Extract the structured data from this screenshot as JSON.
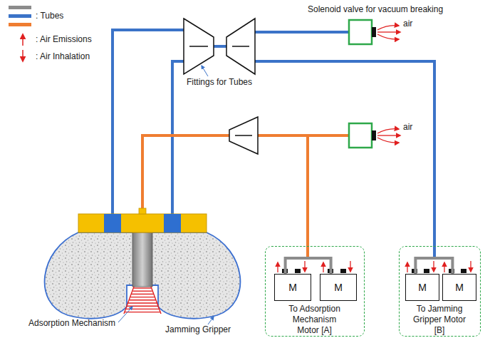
{
  "diagram": {
    "nodes": [
      {
        "text": [
          "To Adsorption Mechanism Motor [A]"
        ]
      },
      {
        "text": [
          "M"
        ],
        "in": 0
      },
      {
        "text": [
          "M"
        ],
        "in": 0
      },
      {
        "text": [
          "To Jamming Gripper Motor [B]"
        ]
      },
      {
        "text": [
          "M"
        ],
        "in": 3
      },
      {
        "text": [
          "M"
        ],
        "in": 3
      }
    ],
    "edges": [
      {
        "from": 1,
        "to": 2,
        "arrow": "none"
      },
      {
        "from": 4,
        "to": 5,
        "arrow": "none"
      }
    ],
    "labels": [
      "Fittings for Tubes",
      "Solenoid valve for vacuum breaking",
      "air",
      "air",
      "Adsorption Mechanism",
      "Jamming Gripper"
    ],
    "legend": [
      {
        "text": ": Tubes"
      },
      {
        "text": ": Air Emissions"
      },
      {
        "text": ": Air Inhalation"
      }
    ]
  }
}
